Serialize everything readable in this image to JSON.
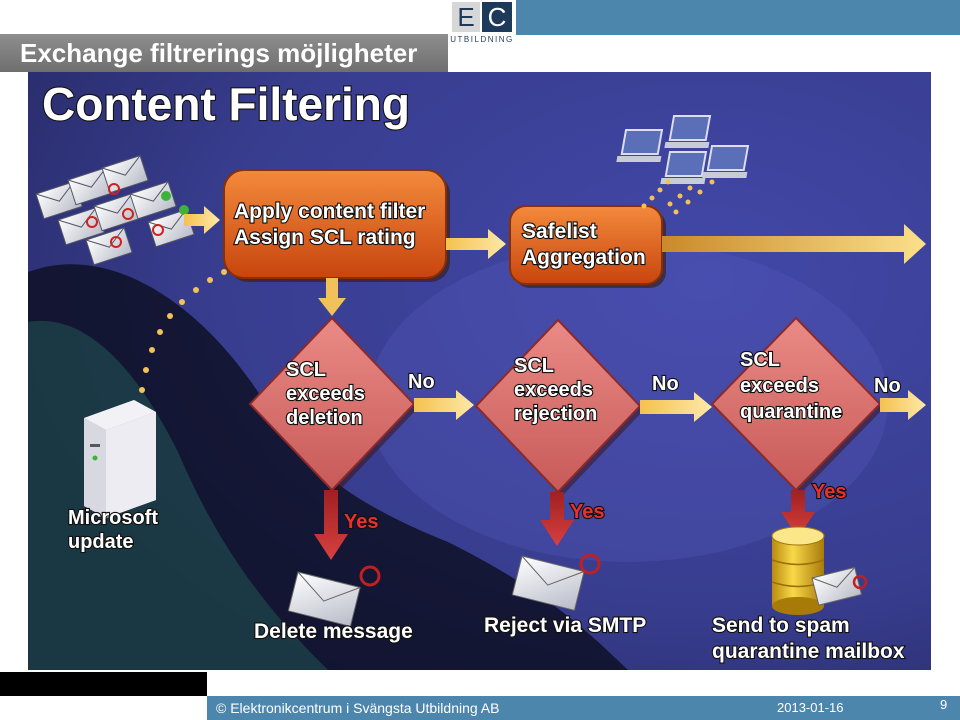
{
  "slide": {
    "title": "Exchange filtrerings möjligheter",
    "logo": {
      "left": "E",
      "right": "C",
      "subtitle": "UTBILDNING"
    }
  },
  "diagram": {
    "heading": "Content Filtering",
    "process_filter": {
      "line1": "Apply content filter",
      "line2": "Assign SCL rating"
    },
    "process_safelist": {
      "line1": "Safelist",
      "line2": "Aggregation"
    },
    "decision_deletion": {
      "line1": "SCL",
      "line2": "exceeds",
      "line3": "deletion"
    },
    "decision_rejection": {
      "line1": "SCL",
      "line2": "exceeds",
      "line3": "rejection"
    },
    "decision_quarantine": {
      "line1": "SCL",
      "line2": "exceeds",
      "line3": "quarantine"
    },
    "label_no": "No",
    "label_yes": "Yes",
    "source_update": {
      "line1": "Microsoft",
      "line2": "update"
    },
    "outcome_delete": "Delete message",
    "outcome_reject": "Reject via SMTP",
    "outcome_spam": {
      "line1": "Send to spam",
      "line2": "quarantine mailbox"
    },
    "colors": {
      "background": "#3b3f94",
      "process": "#e8631a",
      "decision": "#d46a6a",
      "arrow": "#f2c15a"
    }
  },
  "footer": {
    "copyright": "© Elektronikcentrum i Svängsta Utbildning AB",
    "date": "2013-01-16",
    "page": "9"
  }
}
